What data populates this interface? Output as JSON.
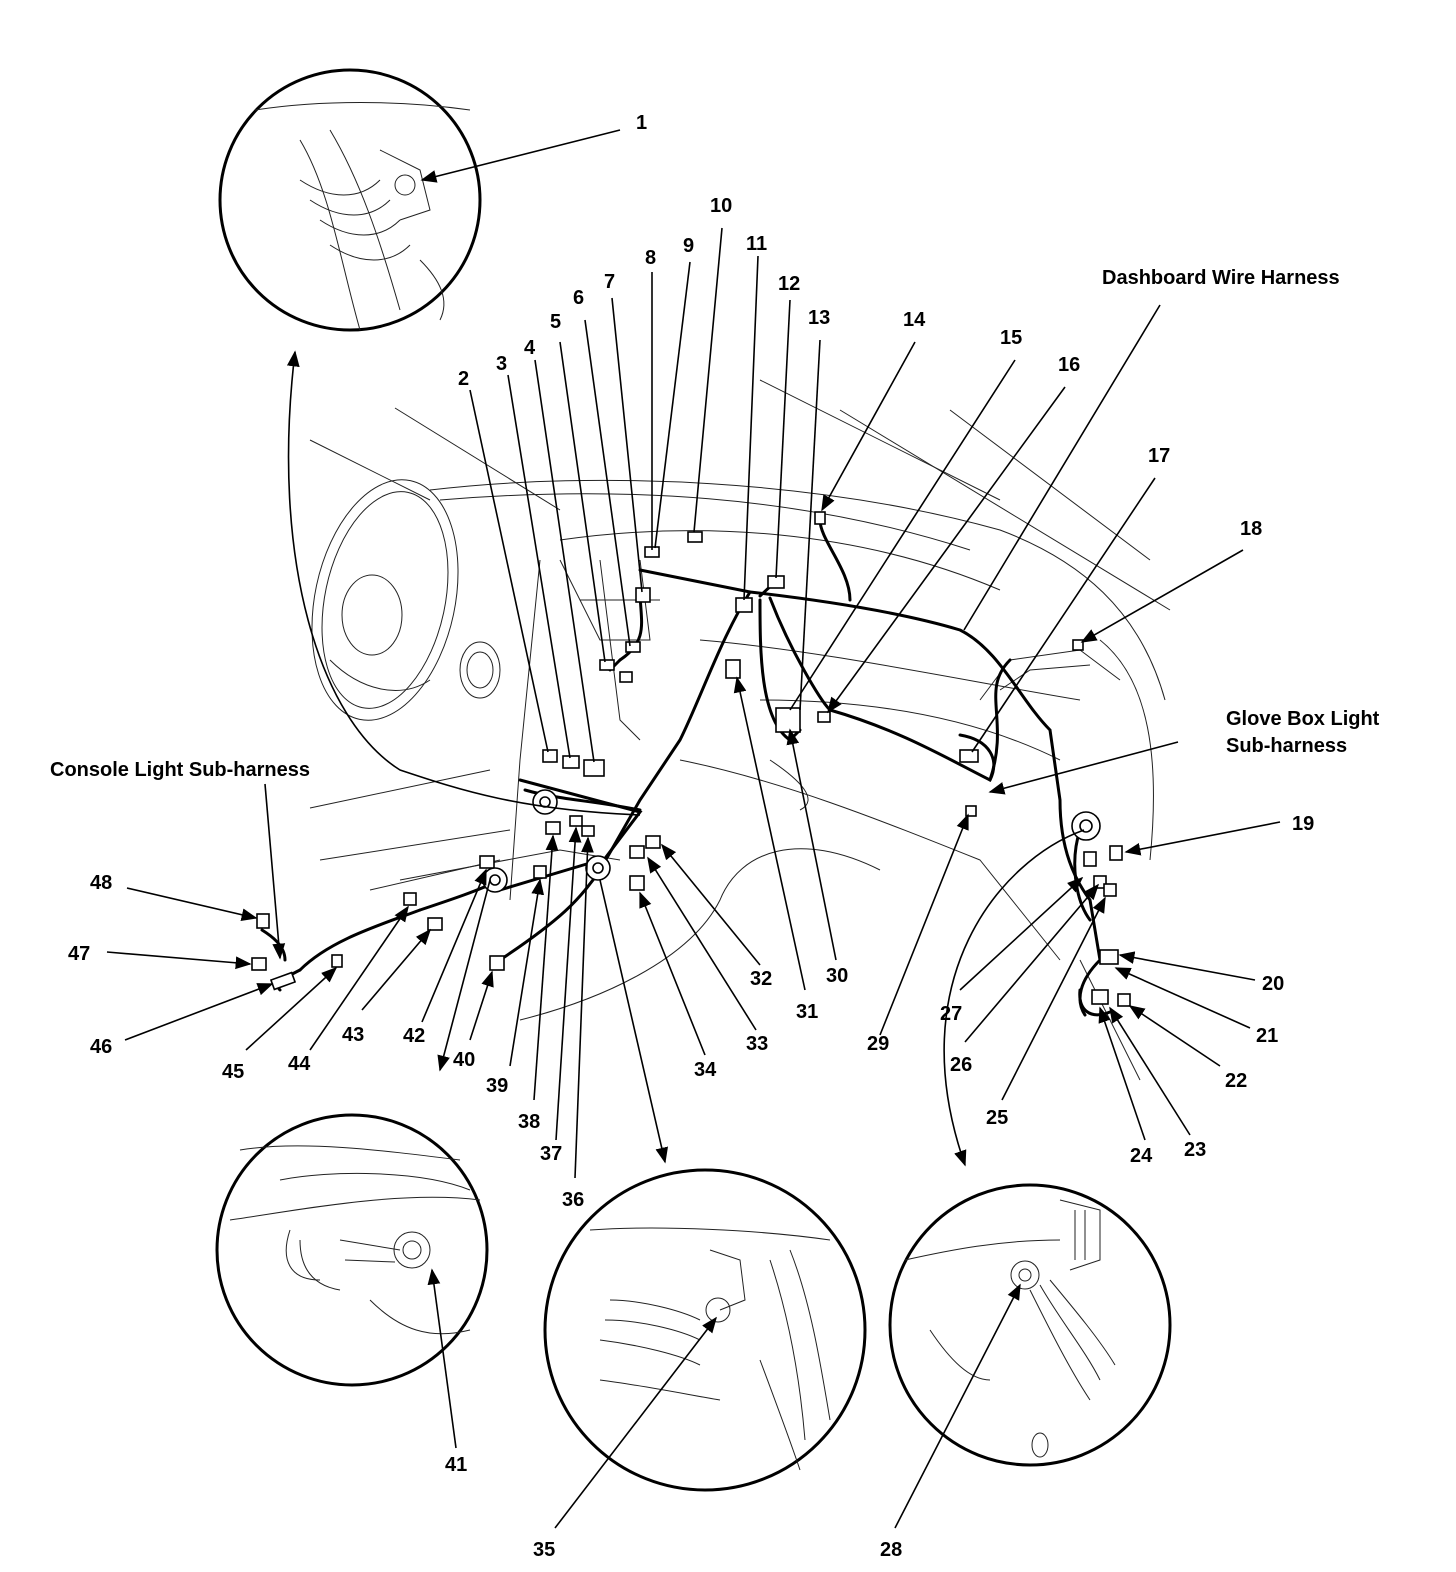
{
  "labels": {
    "dashboard_harness": "Dashboard Wire Harness",
    "glove_box_line1": "Glove Box Light",
    "glove_box_line2": "Sub-harness",
    "console_light": "Console Light Sub-harness"
  },
  "callouts": [
    "1",
    "2",
    "3",
    "4",
    "5",
    "6",
    "7",
    "8",
    "9",
    "10",
    "11",
    "12",
    "13",
    "14",
    "15",
    "16",
    "17",
    "18",
    "19",
    "20",
    "21",
    "22",
    "23",
    "24",
    "25",
    "26",
    "27",
    "28",
    "29",
    "30",
    "31",
    "32",
    "33",
    "34",
    "35",
    "36",
    "37",
    "38",
    "39",
    "40",
    "41",
    "42",
    "43",
    "44",
    "45",
    "46",
    "47",
    "48"
  ]
}
